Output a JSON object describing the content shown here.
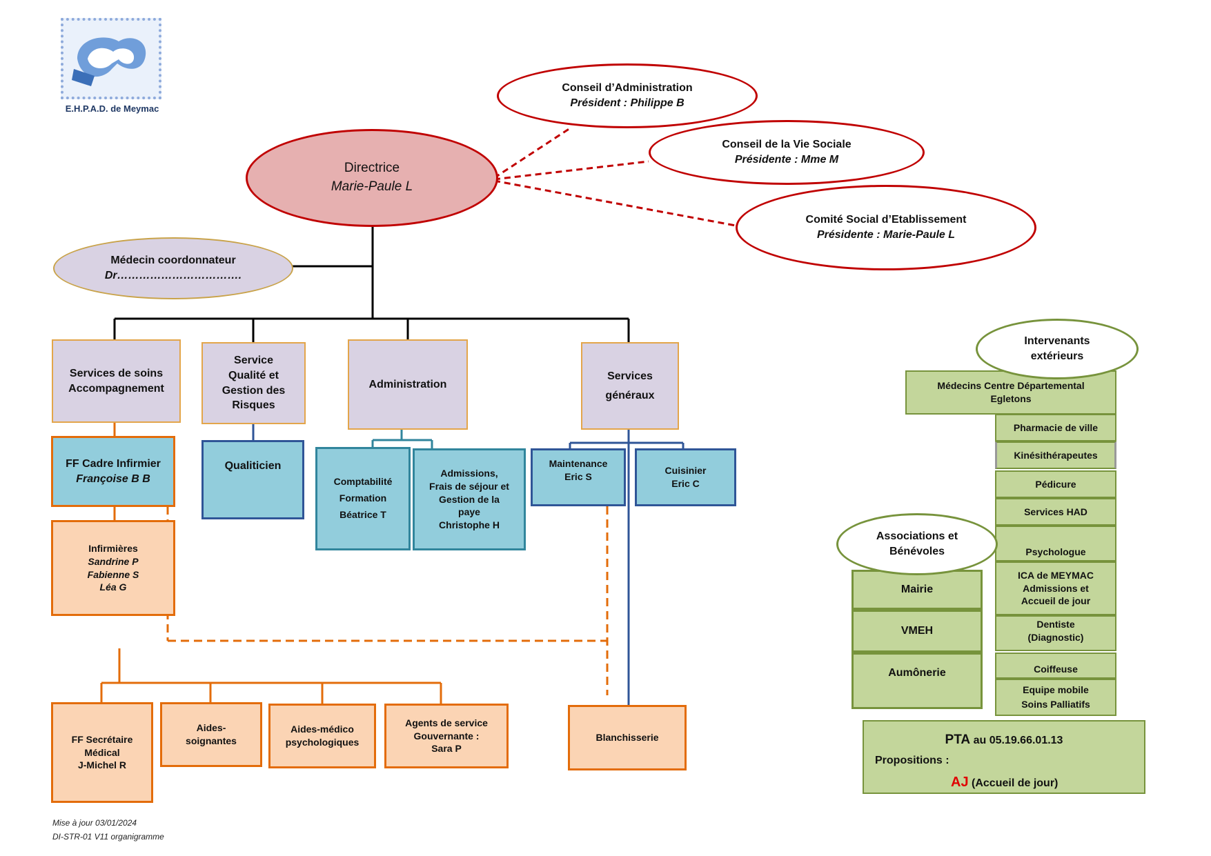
{
  "logo": {
    "text": "E.H.P.A.D. de Meymac"
  },
  "directrice": {
    "title": "Directrice",
    "name": "Marie-Paule L"
  },
  "councils": [
    {
      "title": "Conseil d’Administration",
      "name": "Président : Philippe B"
    },
    {
      "title": "Conseil de la Vie Sociale",
      "name": "Présidente : Mme M"
    },
    {
      "title": "Comité Social d’Etablissement",
      "name": "Présidente : Marie-Paule L"
    }
  ],
  "medecin": {
    "title": "Médecin coordonnateur",
    "name": "Dr……………………………."
  },
  "services": {
    "soins": [
      "Services de soins",
      "Accompagnement"
    ],
    "qualite": [
      "Service",
      "Qualité et",
      "Gestion des",
      "Risques"
    ],
    "administration": "Administration",
    "generaux": [
      "Services",
      "généraux"
    ]
  },
  "cadre": {
    "title": "FF Cadre Infirmier",
    "name": "Françoise B B"
  },
  "infirmieres": {
    "title": "Infirmières",
    "names": [
      "Sandrine P",
      "Fabienne S",
      "Léa  G"
    ]
  },
  "qualiticien": "Qualiticien",
  "comptabilite": [
    "Comptabilité",
    "Formation",
    "Béatrice T"
  ],
  "admissions": [
    "Admissions,",
    "Frais de séjour et",
    "Gestion de la",
    "paye",
    "Christophe H"
  ],
  "maintenance": [
    "Maintenance",
    "Eric S"
  ],
  "cuisinier": [
    "Cuisinier",
    "Eric C"
  ],
  "bottom": {
    "secretaire": [
      "FF Secrétaire",
      "Médical",
      "J-Michel R"
    ],
    "aides": [
      "Aides-",
      "soignantes"
    ],
    "amp": [
      "Aides-médico",
      "psychologiques"
    ],
    "agents": [
      "Agents de service",
      "Gouvernante :",
      "Sara P"
    ],
    "blanchisserie": "Blanchisserie"
  },
  "intervenants": {
    "title": [
      "Intervenants",
      "extérieurs"
    ],
    "items": [
      [
        "Médecins Centre Départemental",
        "Egletons"
      ],
      [
        "Pharmacie de ville"
      ],
      [
        "Kinésithérapeutes"
      ],
      [
        "Pédicure"
      ],
      [
        "Services HAD"
      ],
      [
        "Psychologue"
      ],
      [
        "ICA de MEYMAC",
        "Admissions et",
        "Accueil de jour"
      ],
      [
        "Dentiste",
        "(Diagnostic)"
      ],
      [
        "Coiffeuse"
      ],
      [
        "Equipe mobile",
        "Soins Palliatifs"
      ]
    ]
  },
  "associations": {
    "title": [
      "Associations et",
      "Bénévoles"
    ],
    "items": [
      "Mairie",
      "VMEH",
      "Aumônerie"
    ]
  },
  "pta": {
    "title": "PTA",
    "phone": " au 05.19.66.01.13",
    "propositions": "Propositions :",
    "aj": "AJ",
    "aj_label": " (Accueil de jour)"
  },
  "footer": {
    "date": "Mise à jour 03/01/2024",
    "ref": "DI-STR-01 V11  organigramme"
  },
  "colors": {
    "red_line": "#c00000",
    "orange": "#e36c0a",
    "blue": "#2f5597",
    "green": "#77933c"
  }
}
